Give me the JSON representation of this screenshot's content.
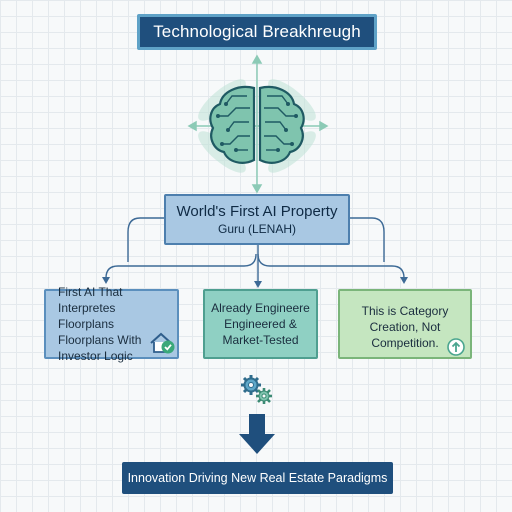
{
  "title": "Technological Breakhreugh",
  "guru": {
    "line1": "World's First AI Property",
    "line2": "Guru (LENAH)"
  },
  "boxes": [
    {
      "text": "First AI That Interpretes Floorplans Floorplans With Investor Logic"
    },
    {
      "text": "Already Engineere Engineered & Market-Tested"
    },
    {
      "text": "This is Category Creation, Not Competition."
    }
  ],
  "footer": "Innovation Driving New Real Estate Paradigms",
  "icons": {
    "top": "brain-icon",
    "box_a": "house-check-icon",
    "box_c": "up-arrow-circle-icon",
    "middle": "gears-icon",
    "arrow": "down-arrow-icon"
  },
  "colors": {
    "navy": "#1f4f7d",
    "blue_box": "#a9c8e3",
    "teal_box": "#8fd0c3",
    "green_box": "#c5e6c0",
    "brain": "#7fc4ae"
  }
}
